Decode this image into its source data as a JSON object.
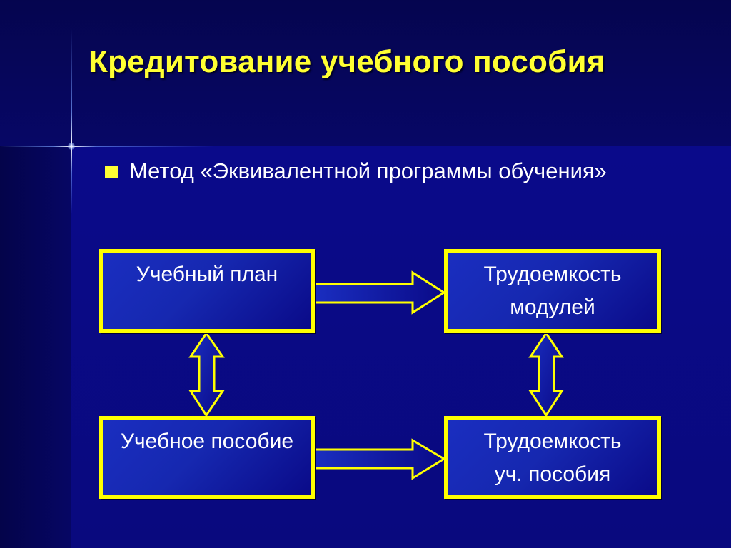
{
  "slide": {
    "title": "Кредитование учебного пособия",
    "bullet": "Метод «Эквивалентной программы обучения»"
  },
  "diagram": {
    "boxes": {
      "curriculum": {
        "lines": [
          "Учебный план"
        ]
      },
      "module_labor": {
        "lines": [
          "Трудоемкость",
          "модулей"
        ]
      },
      "textbook": {
        "lines": [
          "Учебное пособие"
        ]
      },
      "textbook_labor": {
        "lines": [
          "Трудоемкость",
          "уч. пособия"
        ]
      }
    },
    "connections": [
      {
        "from": "curriculum",
        "to": "module_labor",
        "kind": "one-way"
      },
      {
        "from": "textbook",
        "to": "textbook_labor",
        "kind": "one-way"
      },
      {
        "from": "curriculum",
        "to": "textbook",
        "kind": "two-way"
      },
      {
        "from": "module_labor",
        "to": "textbook_labor",
        "kind": "two-way"
      }
    ]
  },
  "colors": {
    "accent": "#ffff00",
    "title": "#ffff33",
    "background": "#07076e",
    "box_fill": "#1628b0"
  }
}
